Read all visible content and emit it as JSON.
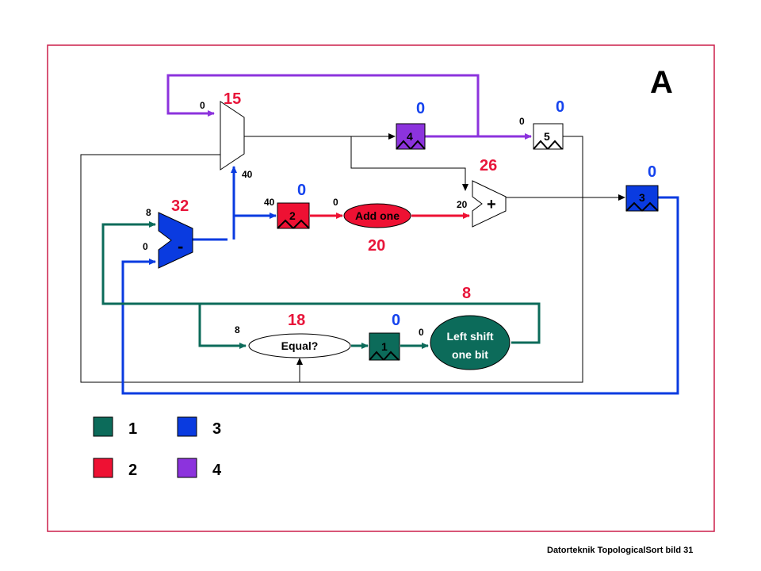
{
  "title": "A",
  "footer": "Datorteknik TopologicalSort bild 31",
  "colors": {
    "green": "#0c6b5a",
    "red": "#ee1133",
    "blue": "#0a3be0",
    "purple": "#8c33dd",
    "label_red": "#e8153a",
    "label_blue": "#1543ee",
    "frame": "#cc1f4a"
  },
  "registers": {
    "r1": "1",
    "r2": "2",
    "r3": "3",
    "r4": "4",
    "r5": "5"
  },
  "units": {
    "add_one": "Add one",
    "equal": "Equal?",
    "left_shift_line1": "Left shift",
    "left_shift_line2": "one bit",
    "adder_symbol": "+",
    "subtractor_symbol": "-"
  },
  "values": {
    "mux_top_out": "15",
    "mux_top_in0": "0",
    "mux_top_in1": "40",
    "reg4_value": "0",
    "reg5_value": "0",
    "reg5_in": "0",
    "adder_out": "26",
    "reg3_value": "0",
    "reg2_value": "0",
    "reg2_in": "40",
    "add_one_in": "0",
    "add_one_out": "20",
    "adder_in": "20",
    "sub_out": "32",
    "sub_in_top": "8",
    "sub_in_bottom": "0",
    "shift_out": "8",
    "equal_out": "18",
    "equal_in": "8",
    "reg1_value": "0",
    "shift_in": "0"
  },
  "legend": {
    "green": "1",
    "red": "2",
    "blue": "3",
    "purple": "4"
  }
}
